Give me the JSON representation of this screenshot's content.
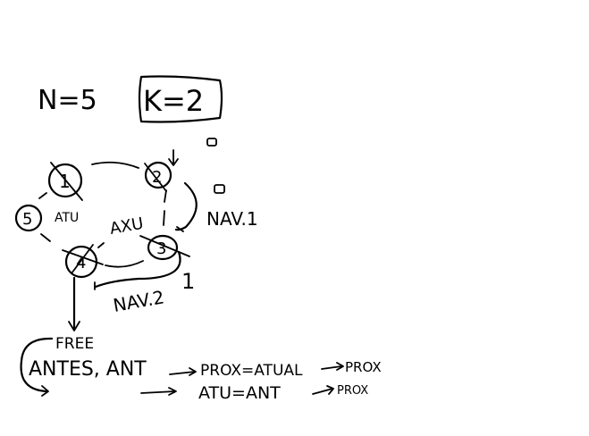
{
  "header": {
    "n_label": "N=5",
    "k_label": "K=2"
  },
  "nodes": [
    {
      "label": "1",
      "crossed": true
    },
    {
      "label": "2",
      "crossed": true
    },
    {
      "label": "3",
      "crossed": true
    },
    {
      "label": "4",
      "crossed": true
    },
    {
      "label": "5",
      "crossed": false
    }
  ],
  "annotations": {
    "atu_label": "ATU",
    "axu_label": "AXU",
    "nav1_label": "NAV.1",
    "nav2_label": "NAV.2",
    "nav2_suffix": "1",
    "free_label": "FREE",
    "antes_line": "ANTES, ANT",
    "prox_eq": "PROX=ATUAL",
    "prox_1": "PROX",
    "atu_eq": "ATU=ANT",
    "prox_2": "PROX"
  }
}
